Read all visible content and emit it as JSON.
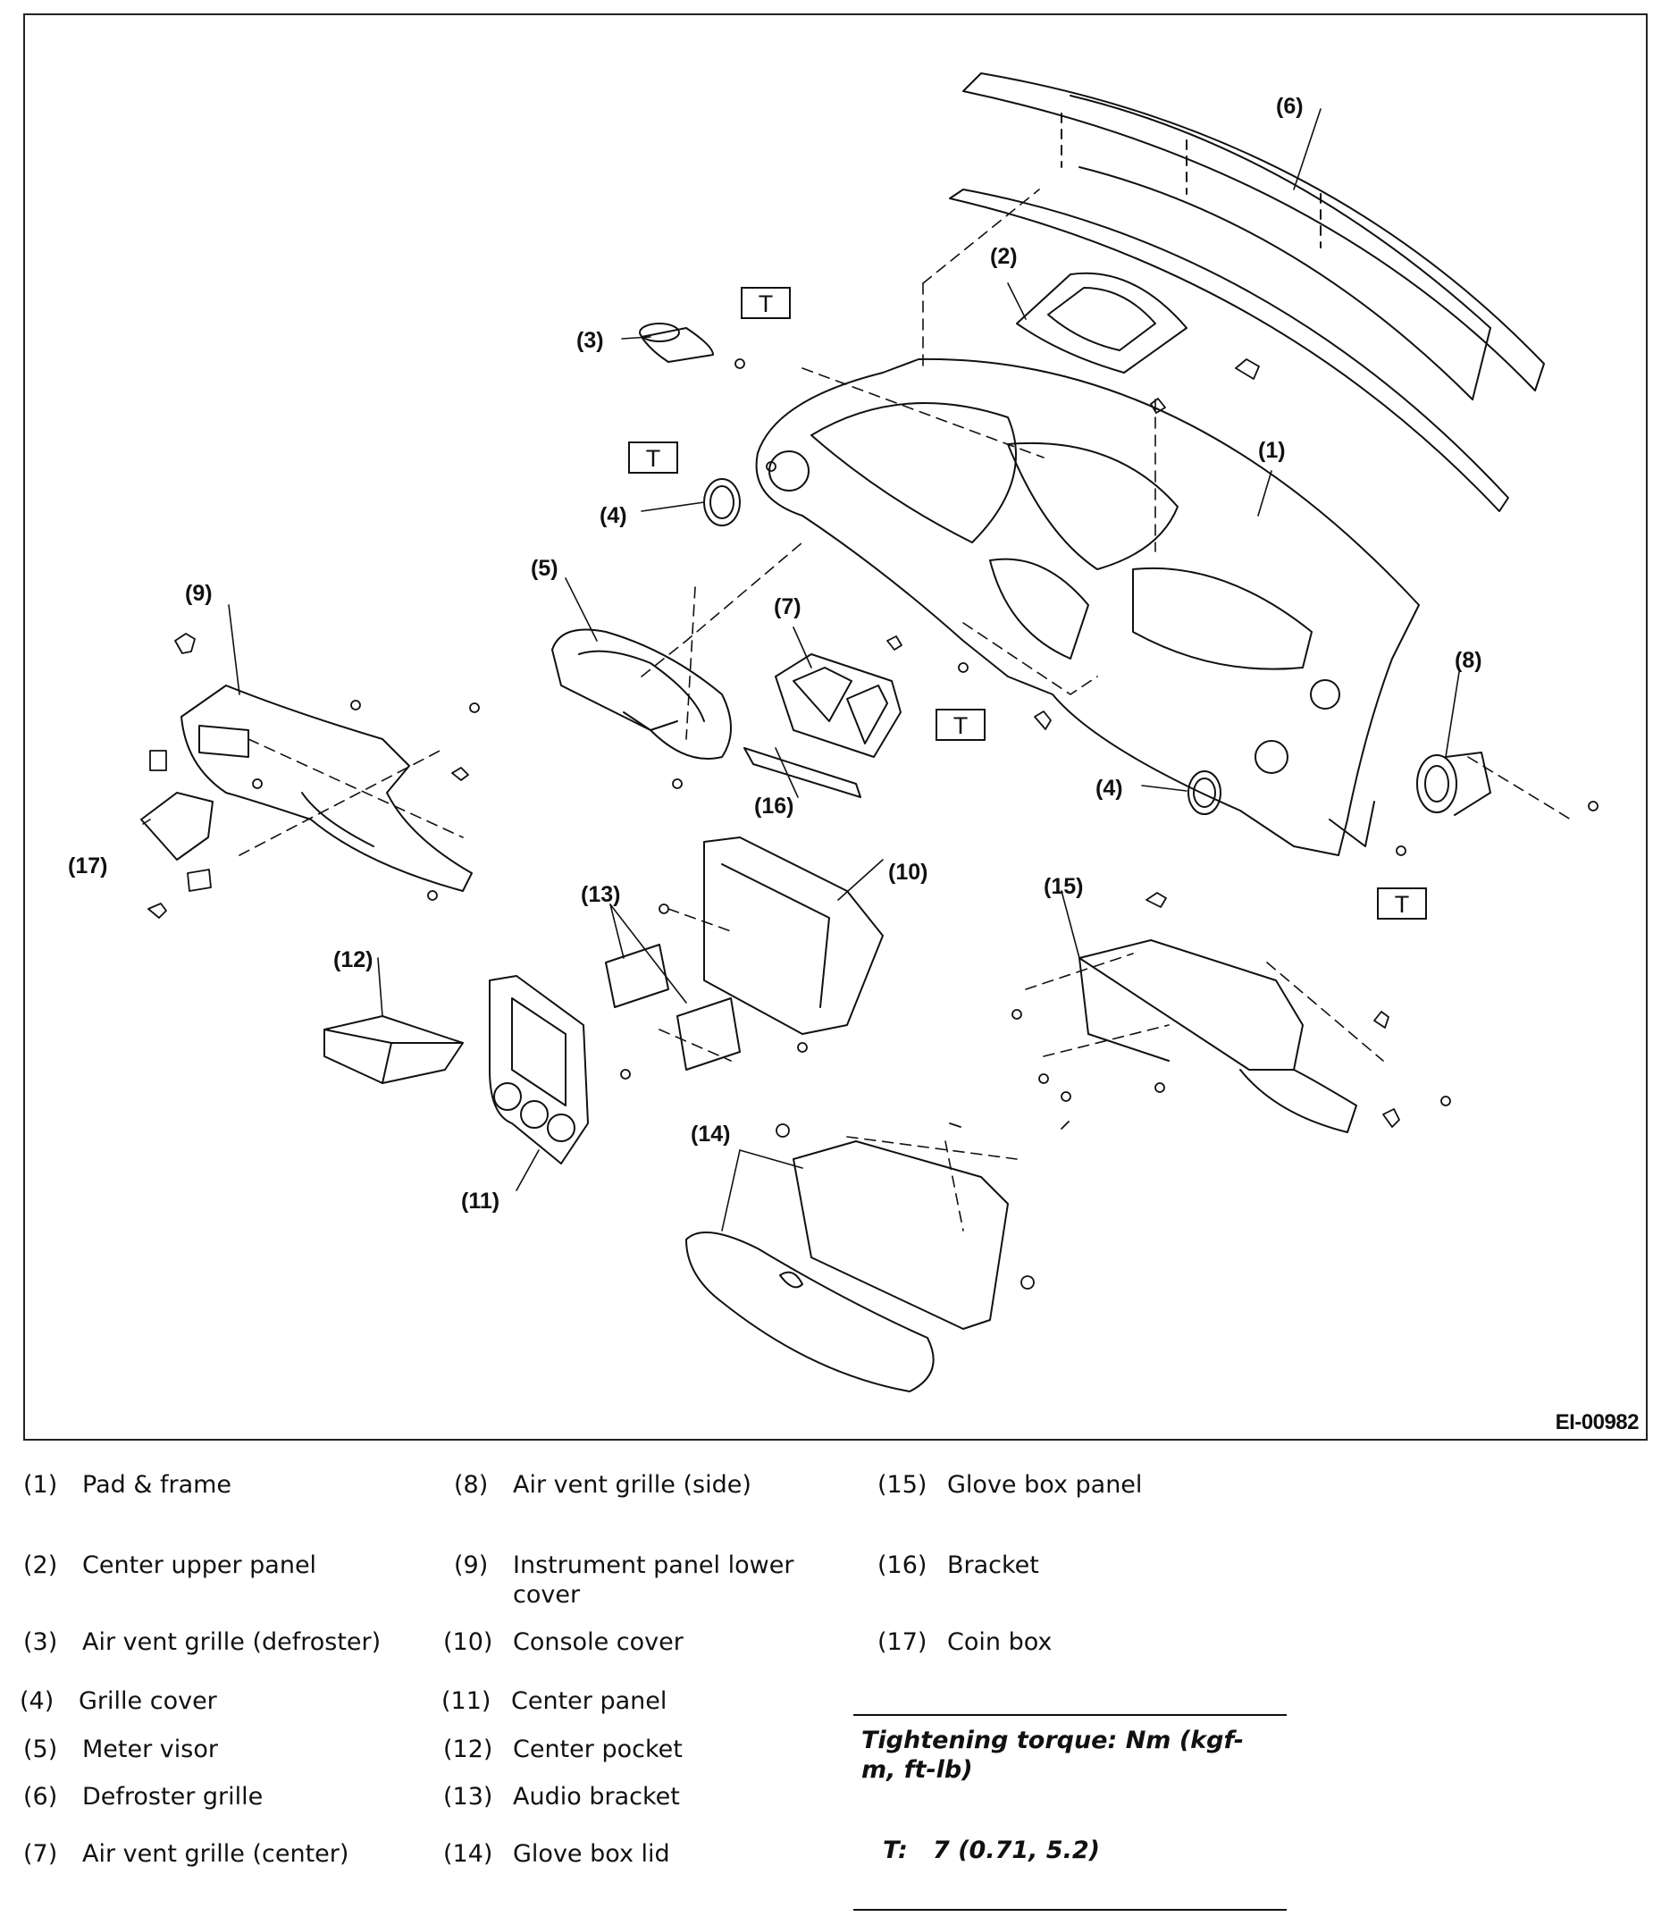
{
  "figure": {
    "id": "EI-00982",
    "callouts": [
      "(1)",
      "(2)",
      "(3)",
      "(4)",
      "(5)",
      "(6)",
      "(7)",
      "(8)",
      "(9)",
      "(10)",
      "(11)",
      "(12)",
      "(13)",
      "(14)",
      "(15)",
      "(16)",
      "(17)"
    ],
    "torque_symbol": "T"
  },
  "legend": {
    "col1": [
      {
        "num": "(1)",
        "text": "Pad & frame"
      },
      {
        "num": "(2)",
        "text": "Center upper panel"
      },
      {
        "num": "(3)",
        "text": "Air vent grille (defroster)"
      },
      {
        "num": "(4)",
        "text": "Grille cover"
      },
      {
        "num": "(5)",
        "text": "Meter visor"
      },
      {
        "num": "(6)",
        "text": "Defroster grille"
      },
      {
        "num": "(7)",
        "text": "Air vent grille (center)"
      }
    ],
    "col2": [
      {
        "num": "(8)",
        "text": "Air vent grille (side)"
      },
      {
        "num": "(9)",
        "text": "Instrument panel lower cover"
      },
      {
        "num": "(10)",
        "text": "Console cover"
      },
      {
        "num": "(11)",
        "text": "Center panel"
      },
      {
        "num": "(12)",
        "text": "Center pocket"
      },
      {
        "num": "(13)",
        "text": "Audio bracket"
      },
      {
        "num": "(14)",
        "text": "Glove box lid"
      }
    ],
    "col3": [
      {
        "num": "(15)",
        "text": "Glove box panel"
      },
      {
        "num": "(16)",
        "text": "Bracket"
      },
      {
        "num": "(17)",
        "text": "Coin box"
      }
    ]
  },
  "torque": {
    "title": "Tightening torque: Nm (kgf-m, ft-lb)",
    "symbol": "T:",
    "value": "7 (0.71, 5.2)"
  }
}
